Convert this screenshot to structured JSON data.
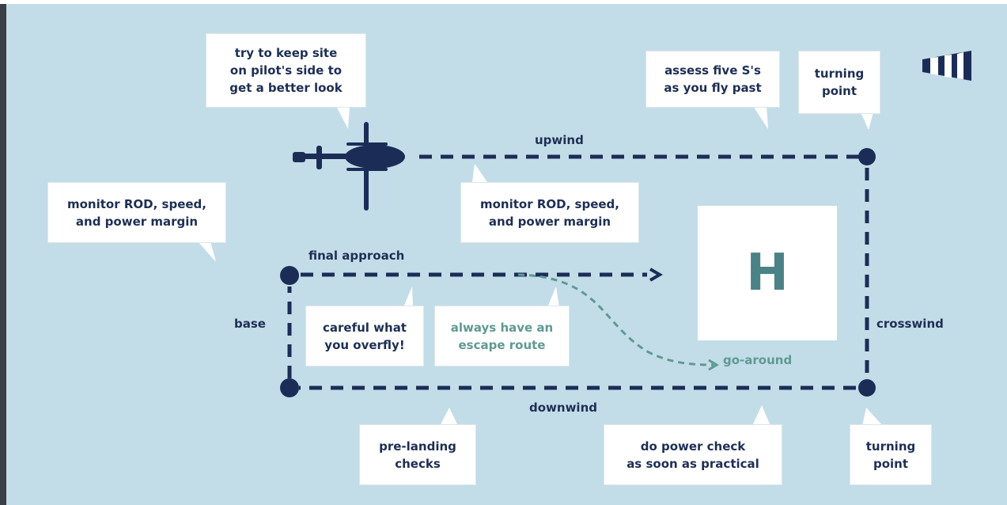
{
  "callouts": {
    "keep_site": "try to keep site\non pilot's side to\nget a better look",
    "assess": "assess five S's\nas you fly past",
    "turning_top": "turning\npoint",
    "monitor_left": "monitor ROD, speed,\nand power margin",
    "monitor_center": "monitor ROD, speed,\nand power margin",
    "careful": "careful what\nyou overfly!",
    "escape": "always have an\nescape route",
    "prelanding": "pre-landing\nchecks",
    "power_check": "do power check\nas soon as practical",
    "turning_bottom": "turning\npoint"
  },
  "legs": {
    "upwind": "upwind",
    "final": "final approach",
    "base": "base",
    "crosswind": "crosswind",
    "downwind": "downwind",
    "goaround": "go-around"
  },
  "helipad": {
    "letter": "H"
  },
  "colors": {
    "background": "#c3dde8",
    "navy": "#1b2d57",
    "teal": "#5f9a92",
    "callout": "#ffffff"
  },
  "icons": [
    "helicopter-icon",
    "windsock-icon"
  ]
}
